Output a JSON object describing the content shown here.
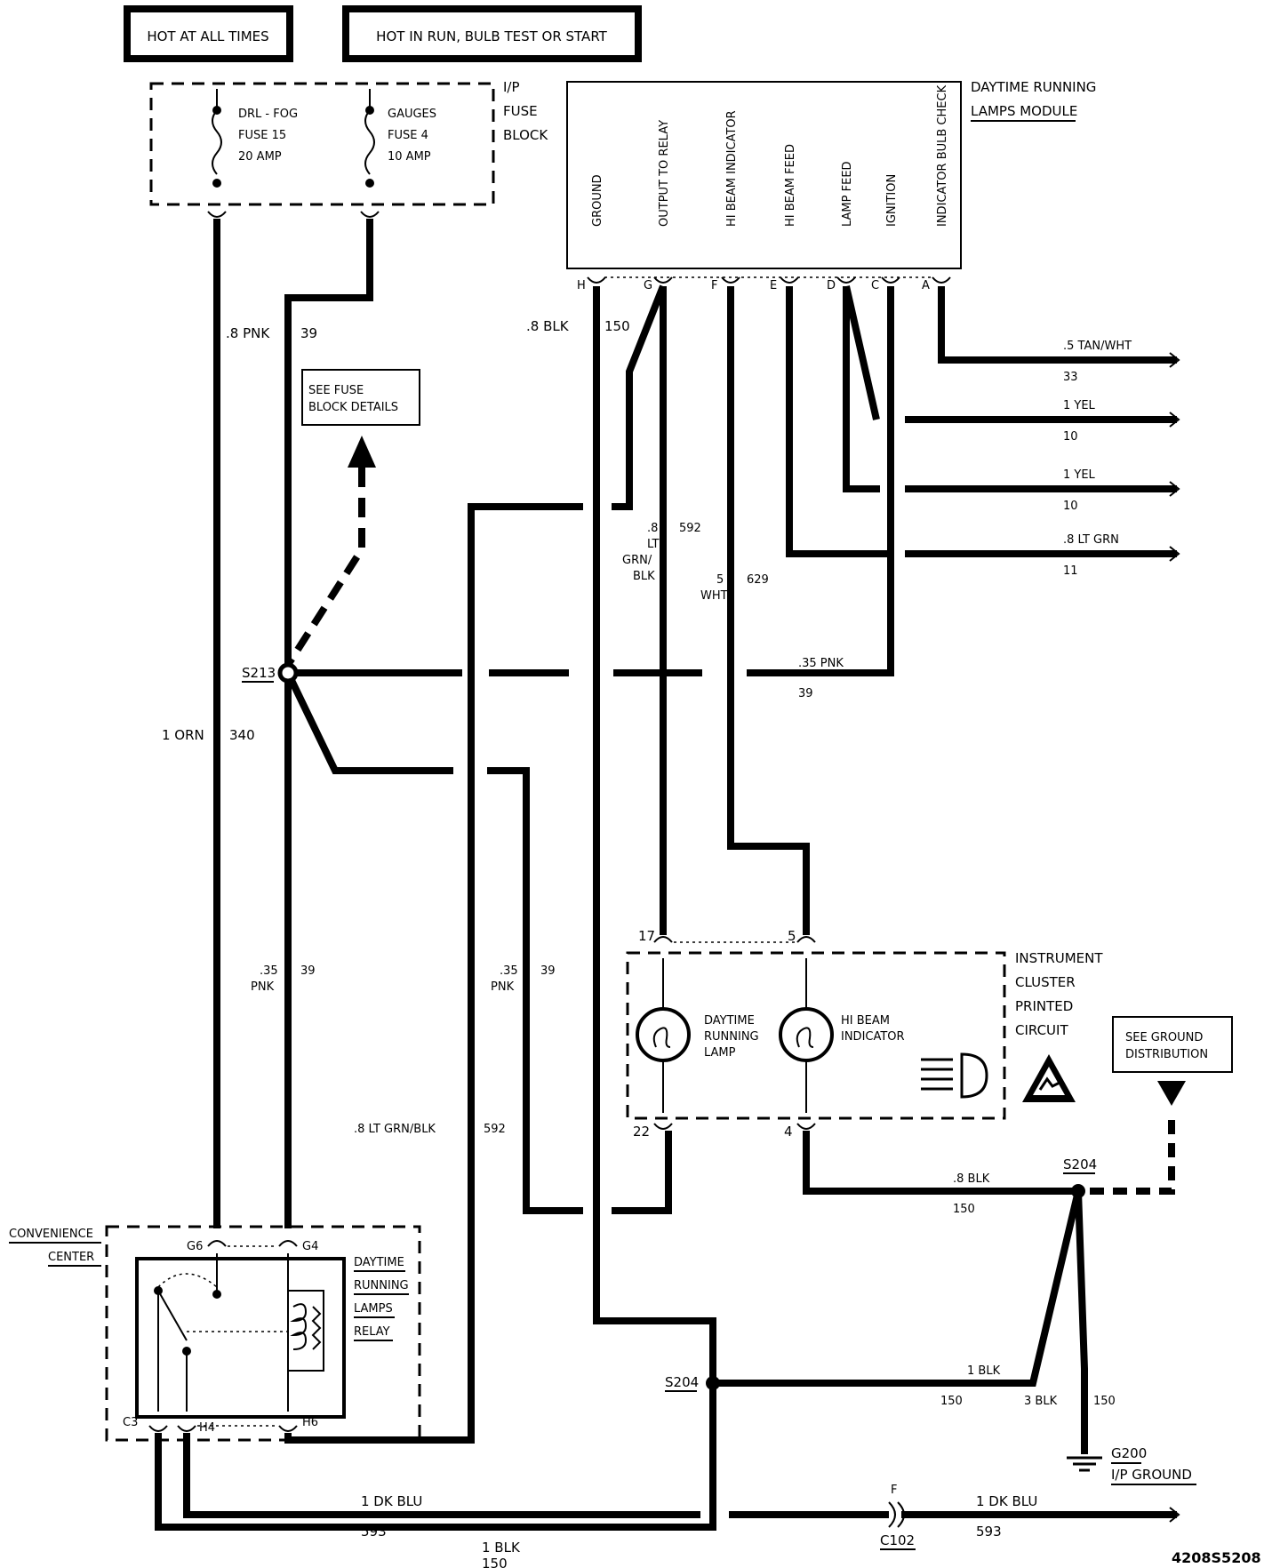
{
  "headers": {
    "hot_at_all_times": "HOT AT ALL TIMES",
    "hot_in_run": "HOT IN RUN, BULB TEST OR START"
  },
  "fuse_block": {
    "title_1": "I/P",
    "title_2": "FUSE",
    "title_3": "BLOCK",
    "fuse_a": [
      "DRL - FOG",
      "FUSE 15",
      "20 AMP"
    ],
    "fuse_b": [
      "GAUGES",
      "FUSE 4",
      "10 AMP"
    ]
  },
  "drl_module": {
    "title_1": "DAYTIME RUNNING",
    "title_2": "LAMPS MODULE",
    "pins": [
      {
        "letter": "H",
        "name": "GROUND"
      },
      {
        "letter": "G",
        "name": "OUTPUT TO RELAY"
      },
      {
        "letter": "F",
        "name": "HI BEAM INDICATOR"
      },
      {
        "letter": "E",
        "name": "HI BEAM FEED"
      },
      {
        "letter": "D",
        "name": "LAMP FEED"
      },
      {
        "letter": "C",
        "name": "IGNITION"
      },
      {
        "letter": "A",
        "name": "INDICATOR BULB CHECK"
      }
    ]
  },
  "see_fuse": [
    "SEE FUSE",
    "BLOCK DETAILS"
  ],
  "see_ground": [
    "SEE GROUND",
    "DISTRIBUTION"
  ],
  "wires": {
    "pnk39_top": ".8 PNK",
    "pnk39_top_num": "39",
    "blk150_top": ".8 BLK",
    "blk150_top_num": "150",
    "tanwht": ".5 TAN/WHT",
    "tanwht_num": "33",
    "yel1": "1 YEL",
    "yel1_num": "10",
    "yel2": "1 YEL",
    "yel2_num": "10",
    "ltgrn": ".8 LT GRN",
    "ltgrn_num": "11",
    "ltgrnblk_a": ".8",
    "ltgrnblk_b": "LT",
    "ltgrnblk_c": "GRN/",
    "ltgrnblk_d": "BLK",
    "ltgrnblk_num": "592",
    "wht_a": "5",
    "wht_b": "WHT",
    "wht_num": "629",
    "pnk35": ".35 PNK",
    "pnk35_num": "39",
    "orn": "1 ORN",
    "orn_num": "340",
    "pnk35_left_a": ".35",
    "pnk35_left_b": "PNK",
    "pnk35_left_num": "39",
    "pnk35_mid_a": ".35",
    "pnk35_mid_b": "PNK",
    "pnk35_mid_num": "39",
    "ltgrnblk_low": ".8 LT GRN/BLK",
    "ltgrnblk_low_num": "592",
    "blk8_low": ".8 BLK",
    "blk8_low_num": "150",
    "blk1": "1 BLK",
    "blk1_num": "150",
    "blk3": "3 BLK",
    "blk3_num": "150",
    "dkblu_left": "1 DK BLU",
    "dkblu_left_num": "593",
    "dkblu_right": "1 DK BLU",
    "dkblu_right_num": "593",
    "blk_bottom": "1 BLK",
    "blk_bottom_num": "150"
  },
  "splices": {
    "s213": "S213",
    "s204_a": "S204",
    "s204_b": "S204"
  },
  "cluster": {
    "title": [
      "INSTRUMENT",
      "CLUSTER",
      "PRINTED",
      "CIRCUIT"
    ],
    "pins": {
      "p17": "17",
      "p5": "5",
      "p22": "22",
      "p4": "4"
    },
    "drl_lamp": [
      "DAYTIME",
      "RUNNING",
      "LAMP"
    ],
    "hi_beam": [
      "HI BEAM",
      "INDICATOR"
    ]
  },
  "convenience": {
    "title_1": "CONVENIENCE",
    "title_2": "CENTER",
    "relay": [
      "DAYTIME",
      "RUNNING",
      "LAMPS",
      "RELAY"
    ],
    "pins": {
      "g6": "G6",
      "g4": "G4",
      "c3": "C3",
      "h4": "H4",
      "h6": "H6"
    }
  },
  "ground": {
    "name": "G200",
    "desc": "I/P GROUND"
  },
  "connector_c102": {
    "pin": "F",
    "name": "C102"
  },
  "figure_id": "4208S5208"
}
